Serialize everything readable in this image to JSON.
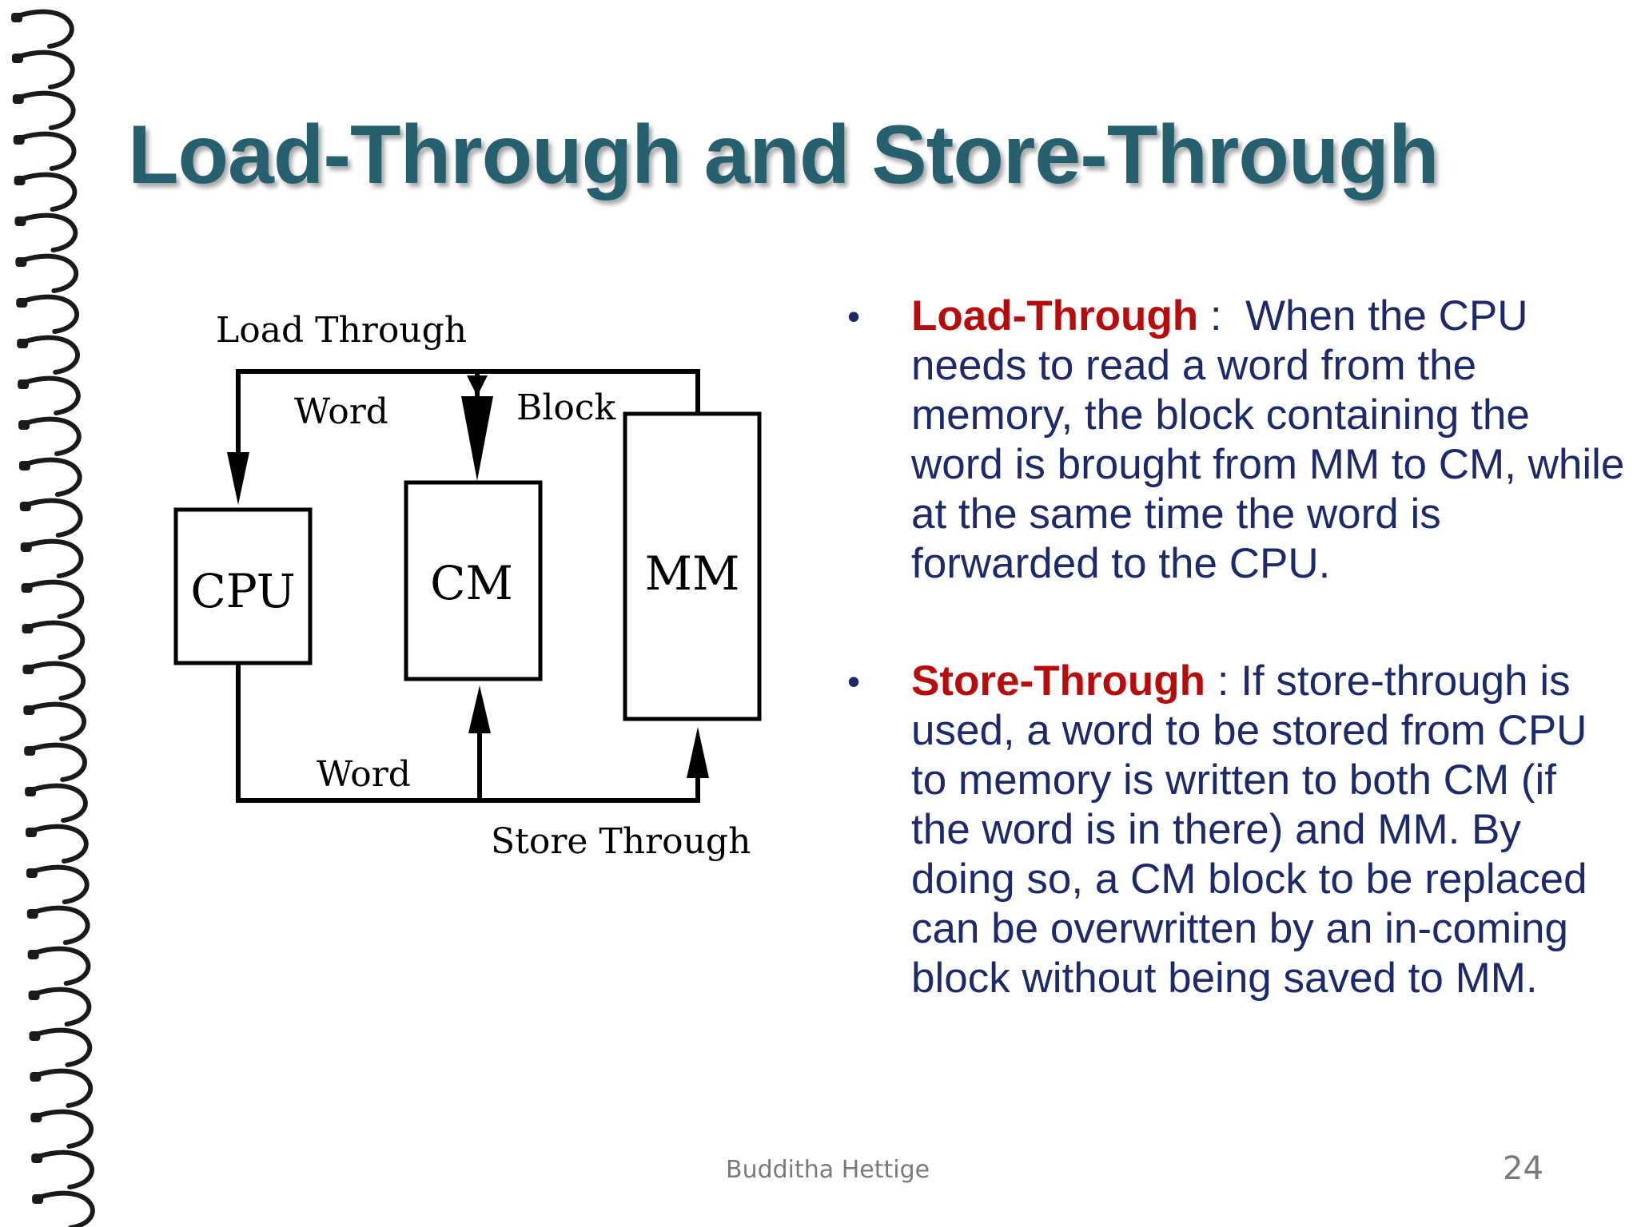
{
  "slide": {
    "title": "Load-Through and Store-Through",
    "diagram": {
      "label_load_through": "Load Through",
      "label_word_top": "Word",
      "label_block": "Block",
      "label_word_bottom": "Word",
      "label_store_through": "Store Through",
      "box_cpu": "CPU",
      "box_cm": "CM",
      "box_mm": "MM"
    },
    "bullets": [
      {
        "term": "Load-Through",
        "separator": " :  ",
        "text": "When the CPU needs to read a word from the memory, the block containing the word is brought from MM to CM, while at the same time the word is forwarded to the CPU."
      },
      {
        "term": "Store-Through",
        "separator": " : ",
        "text": "If store-through is used, a word to be stored from CPU to memory is written to both CM (if the word is in there) and MM. By doing so, a CM block to be replaced can be overwritten by an in-coming block without being saved to MM."
      }
    ],
    "bullet_symbol": "•",
    "footer_author": "Budditha Hettige",
    "page_number": "24"
  },
  "colors": {
    "title": "#265f6e",
    "term": "#b80b0b",
    "body_text": "#1c2a6c",
    "footer": "#7a7a7a"
  }
}
